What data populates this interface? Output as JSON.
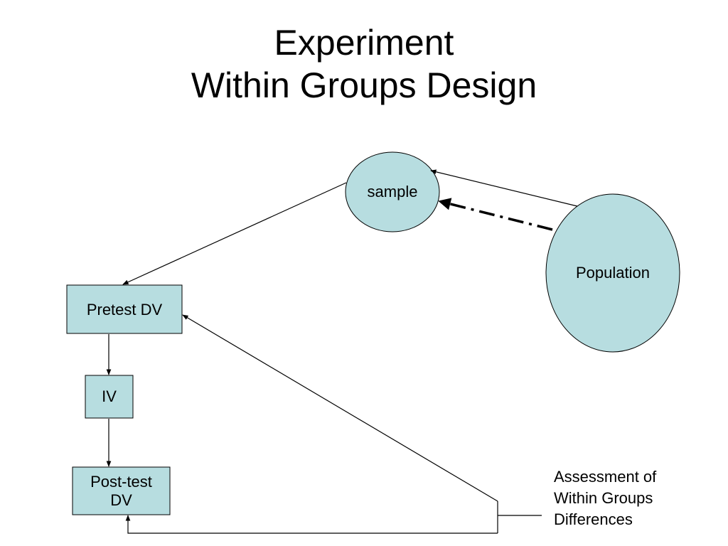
{
  "title": {
    "line1": "Experiment",
    "line2": "Within Groups Design"
  },
  "nodes": {
    "sample": "sample",
    "population": "Population",
    "pretest": "Pretest DV",
    "iv": "IV",
    "posttest_line1": "Post-test",
    "posttest_line2": "DV"
  },
  "annotation": {
    "line1": "Assessment of",
    "line2": "Within Groups",
    "line3": "Differences"
  },
  "colors": {
    "node_fill": "#b7dde0",
    "stroke": "#000000"
  }
}
